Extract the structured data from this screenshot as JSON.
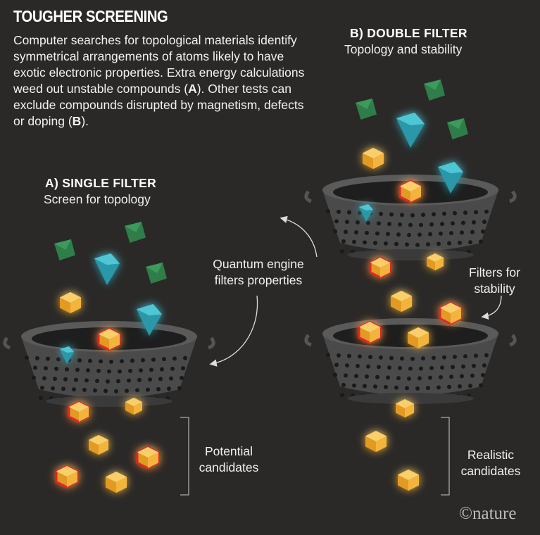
{
  "title": "TOUGHER SCREENING",
  "intro": {
    "part1": "Computer searches for topological materials identify symmetrical arrangements of atoms likely to have exotic electronic properties. Extra energy calculations weed out unstable compounds (",
    "marker_a": "A",
    "part2": "). Other tests can exclude compounds disrupted by magnetism, defects or doping (",
    "marker_b": "B",
    "part3": ")."
  },
  "panel_a": {
    "heading": "A) SINGLE FILTER",
    "subheading": "Screen for topology",
    "result_label_line1": "Potential",
    "result_label_line2": "candidates"
  },
  "panel_b": {
    "heading": "B) DOUBLE FILTER",
    "subheading": "Topology and stability",
    "second_filter_label_line1": "Filters for",
    "second_filter_label_line2": "stability",
    "result_label_line1": "Realistic",
    "result_label_line2": "candidates"
  },
  "engine_label": {
    "line1": "Quantum engine",
    "line2": "filters properties"
  },
  "credit": "©nature",
  "colors": {
    "background": "#2a2928",
    "colander": "#4a4a4a",
    "cube_yellow": "#f2b43c",
    "cube_red_outline": "#e0262b",
    "crystal_cyan": "#4fc6d6",
    "cube_green": "#3c9a5c"
  }
}
